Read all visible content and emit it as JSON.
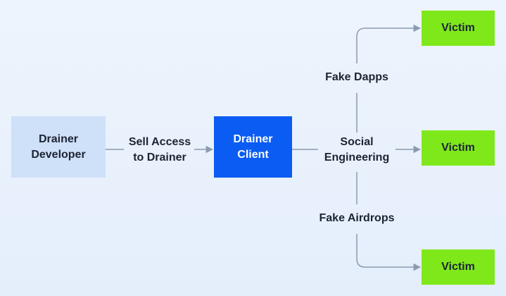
{
  "nodes": {
    "developer": "Drainer\nDeveloper",
    "client": "Drainer\nClient",
    "victim_top": "Victim",
    "victim_middle": "Victim",
    "victim_bottom": "Victim"
  },
  "edge_labels": {
    "sell_access": "Sell Access\nto Drainer",
    "social_engineering": "Social\nEngineering",
    "fake_dapps": "Fake Dapps",
    "fake_airdrops": "Fake Airdrops"
  },
  "colors": {
    "developer_fill": "#cfe0f9",
    "client_fill": "#0b5cf2",
    "victim_fill": "#7fe81b",
    "connector": "#8a9bb0"
  }
}
